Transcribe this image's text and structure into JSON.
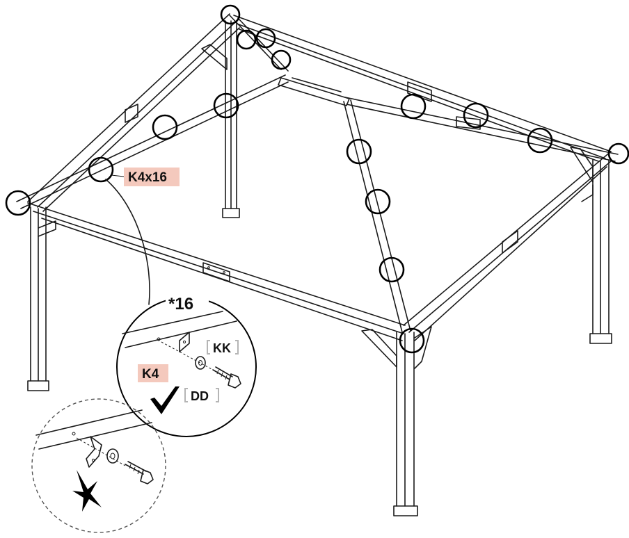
{
  "labels": {
    "callout_part": "K4x16",
    "detail_count": "*16",
    "detail_part": "K4",
    "bolt_code": "KK",
    "washer_code": "DD"
  },
  "colors": {
    "label_highlight": "#f4c9bd",
    "line": "#1a1a1a",
    "bracket_code": "#b5b5b5"
  },
  "icons": {
    "correct": "check-mark-icon",
    "incorrect": "cross-mark-icon"
  }
}
